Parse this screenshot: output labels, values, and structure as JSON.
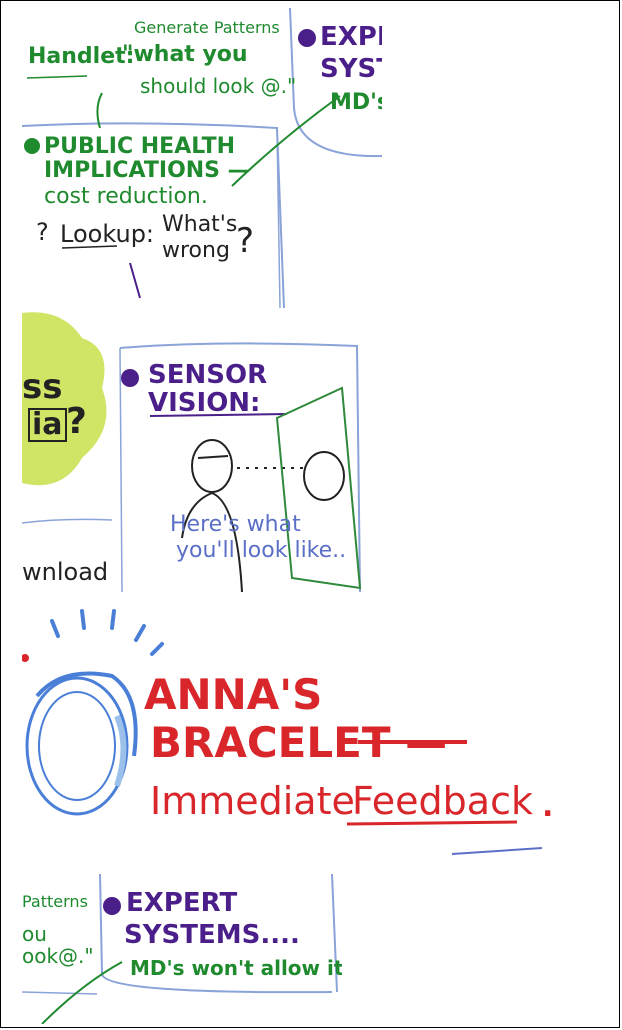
{
  "panel1": {
    "handlet": "Handlet:",
    "generate_patterns": "Generate Patterns",
    "what_you": "\"what you",
    "should_look": "should look @.\"",
    "expert_partial_1": "EXPE",
    "expert_partial_2": "SYST",
    "mds_partial": "MD's",
    "public_health": "PUBLIC HEALTH",
    "implications": "IMPLICATIONS —",
    "cost_reduction": "cost reduction.",
    "question": "?",
    "lookup": "Lookup:",
    "whats": "What's",
    "wrong": "wrong",
    "question2": "?"
  },
  "panel2": {
    "ss": "ss",
    "ia": "ia",
    "question": "?",
    "sensor": "SENSOR",
    "vision": "VISION:",
    "heres_what": "Here's what",
    "youll_look": "you'll look like..",
    "download": "wnload"
  },
  "panel3": {
    "annas": "ANNA'S",
    "bracelet": "BRACELET —",
    "immediate": "Immediate",
    "feedback": "Feedback",
    "period": "."
  },
  "panel4": {
    "patterns": "Patterns",
    "ou": "ou",
    "ook": "ook@.\"",
    "expert": "EXPERT",
    "systems": "SYSTEMS....",
    "mds": "MD's won't allow it."
  },
  "colors": {
    "green": "#1f8a2e",
    "purple": "#4a1f8a",
    "red": "#d8262b",
    "blue": "#5b6fc7",
    "lime": "#c8e04a"
  }
}
